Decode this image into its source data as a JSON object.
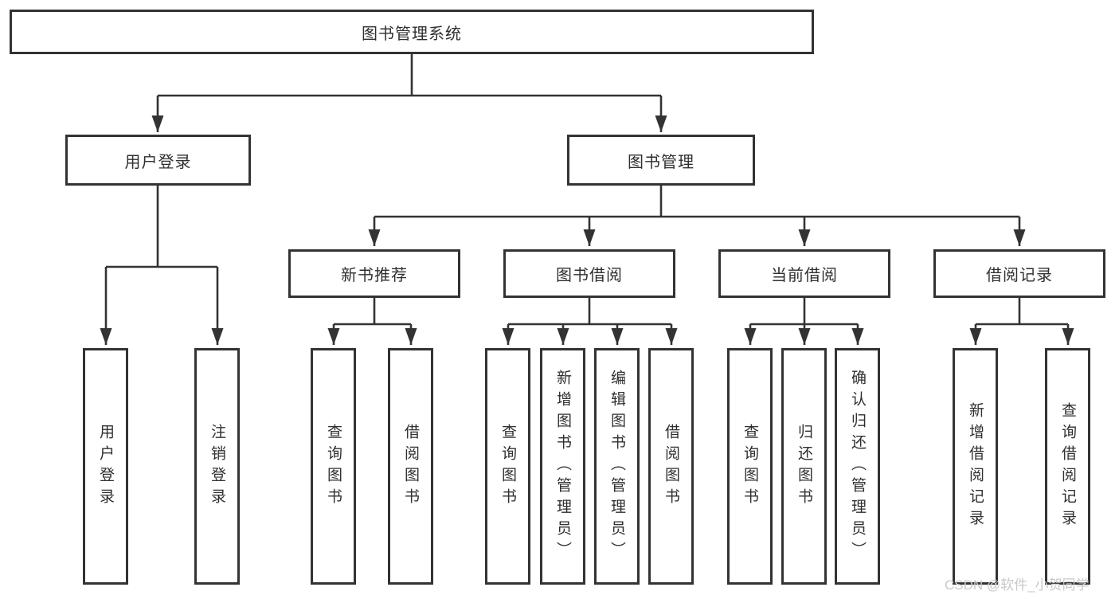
{
  "diagram": {
    "title": "图书管理系统",
    "branches": [
      {
        "label": "用户登录",
        "children": [
          {
            "label": "用户登录"
          },
          {
            "label": "注销登录"
          }
        ]
      },
      {
        "label": "图书管理",
        "children": [
          {
            "label": "新书推荐",
            "children": [
              {
                "label": "查询图书"
              },
              {
                "label": "借阅图书"
              }
            ]
          },
          {
            "label": "图书借阅",
            "children": [
              {
                "label": "查询图书"
              },
              {
                "label": "新增图书（管理员）"
              },
              {
                "label": "编辑图书（管理员）"
              },
              {
                "label": "借阅图书"
              }
            ]
          },
          {
            "label": "当前借阅",
            "children": [
              {
                "label": "查询图书"
              },
              {
                "label": "归还图书"
              },
              {
                "label": "确认归还（管理员）"
              }
            ]
          },
          {
            "label": "借阅记录",
            "children": [
              {
                "label": "新增借阅记录"
              },
              {
                "label": "查询借阅记录"
              }
            ]
          }
        ]
      }
    ]
  },
  "watermark": {
    "text": "CSDN @软件_小贺同学"
  },
  "colors": {
    "line": "#333333",
    "text": "#2f2f2f",
    "watermark": "#c9c9c9",
    "background": "#ffffff"
  }
}
